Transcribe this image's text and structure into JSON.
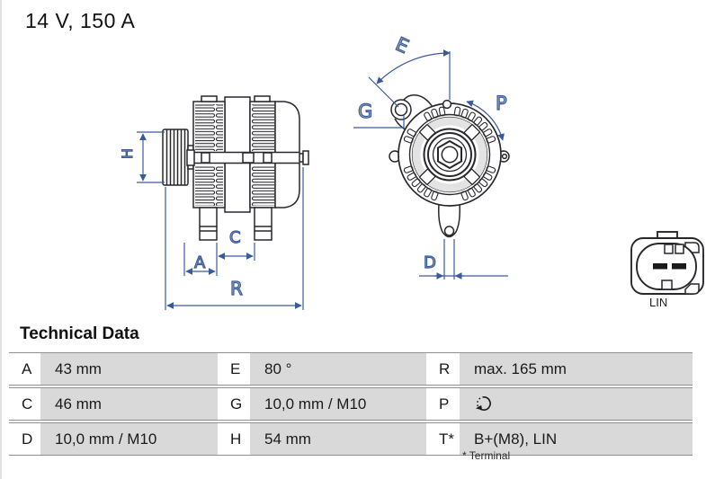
{
  "header": {
    "title": "14 V, 150 A"
  },
  "diagram": {
    "dimension_labels": {
      "h": "H",
      "a": "A",
      "c": "C",
      "r": "R",
      "e": "E",
      "g": "G",
      "p": "P",
      "d": "D"
    },
    "connector_label": "LIN",
    "colors": {
      "dimension_line": "#3a5a9e",
      "dimension_label": "#a8b1bd",
      "drawing_line": "#27272d"
    }
  },
  "technical_data": {
    "heading": "Technical Data",
    "rows": [
      [
        {
          "label": "A",
          "value": "43 mm"
        },
        {
          "label": "E",
          "value": "80 °"
        },
        {
          "label": "R",
          "value": "max. 165 mm"
        }
      ],
      [
        {
          "label": "C",
          "value": "46 mm"
        },
        {
          "label": "G",
          "value": "10,0 mm / M10"
        },
        {
          "label": "P",
          "value": "",
          "icon": "rotation-ccw-icon"
        }
      ],
      [
        {
          "label": "D",
          "value": "10,0 mm / M10"
        },
        {
          "label": "H",
          "value": "54 mm"
        },
        {
          "label": "T*",
          "value": "B+(M8), LIN"
        }
      ]
    ],
    "footnote": "* Terminal"
  }
}
